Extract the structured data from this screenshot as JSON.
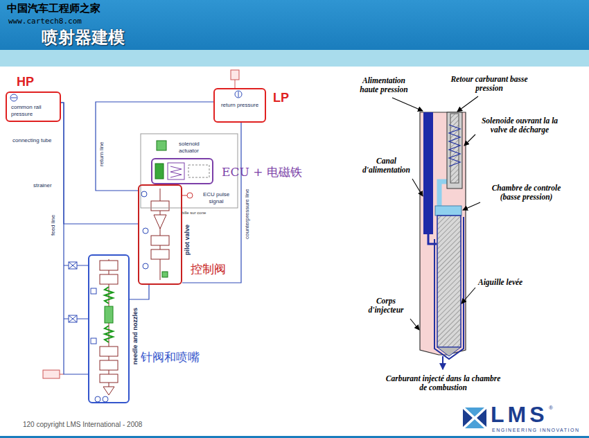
{
  "diagram": {
    "title": "喷射器建模",
    "nodes": [
      {
        "text": [
          "HP",
          "common rail pressure"
        ]
      },
      {
        "text": [
          "LP",
          "return pressure"
        ]
      },
      {
        "text": [
          "ECU + 电磁铁"
        ]
      },
      {
        "text": [
          "控制阀"
        ]
      },
      {
        "text": [
          "针阀和喷嘴"
        ]
      }
    ],
    "edges": [
      {
        "from": 0,
        "to": 4,
        "arrow": "none"
      },
      {
        "from": 0,
        "to": 3,
        "arrow": "none"
      },
      {
        "from": 1,
        "to": 3,
        "arrow": "none"
      },
      {
        "from": 1,
        "to": 3,
        "arrow": "none"
      },
      {
        "from": 3,
        "to": 4,
        "arrow": "none"
      }
    ],
    "labels": [
      "中国汽车工程师之家",
      "www.cartech8.com",
      "connecting tube",
      "strainer",
      "feed line",
      "return line",
      "solenoid actuator",
      "ECU pulse signal",
      "bille sur cone",
      "pilot valve",
      "counterpressure line",
      "needle and nozzles",
      "Alimentation haute pression",
      "Retour carburant basse pression",
      "Solenoide ouvrant la la valve de décharge",
      "Canal d'alimentation",
      "Chambre de controle (basse pression)",
      "Aiguille levée",
      "Corps d'injecteur",
      "Carburant injecté dans la chambre de combustion",
      "120 copyright LMS International - 2008",
      "LMS",
      "®",
      "ENGINEERING INNOVATION"
    ]
  }
}
